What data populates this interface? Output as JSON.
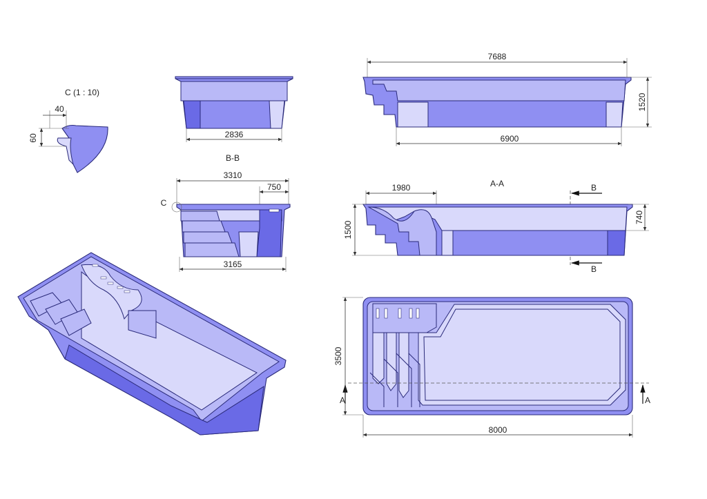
{
  "detail_c": {
    "title": "C (1 : 10)",
    "dim_width": "40",
    "dim_height": "60"
  },
  "view_end": {
    "dim_bottom": "2836"
  },
  "section_bb": {
    "title": "B-B",
    "dim_top": "3310",
    "dim_step": "750",
    "dim_bottom": "3165",
    "detail_marker": "C"
  },
  "view_side": {
    "dim_top": "7688",
    "dim_right": "1520",
    "dim_bottom": "6900"
  },
  "section_aa": {
    "title": "A-A",
    "dim_top": "1980",
    "dim_left": "1500",
    "dim_right": "740",
    "cut_label_top": "B",
    "cut_label_bottom": "B"
  },
  "view_plan": {
    "dim_left": "3500",
    "dim_bottom": "8000",
    "cut_label_left": "A",
    "cut_label_right": "A"
  },
  "colors": {
    "pool": "#8f8ff2",
    "pool_light": "#b9b9f7",
    "outline": "#2a2a7a"
  }
}
